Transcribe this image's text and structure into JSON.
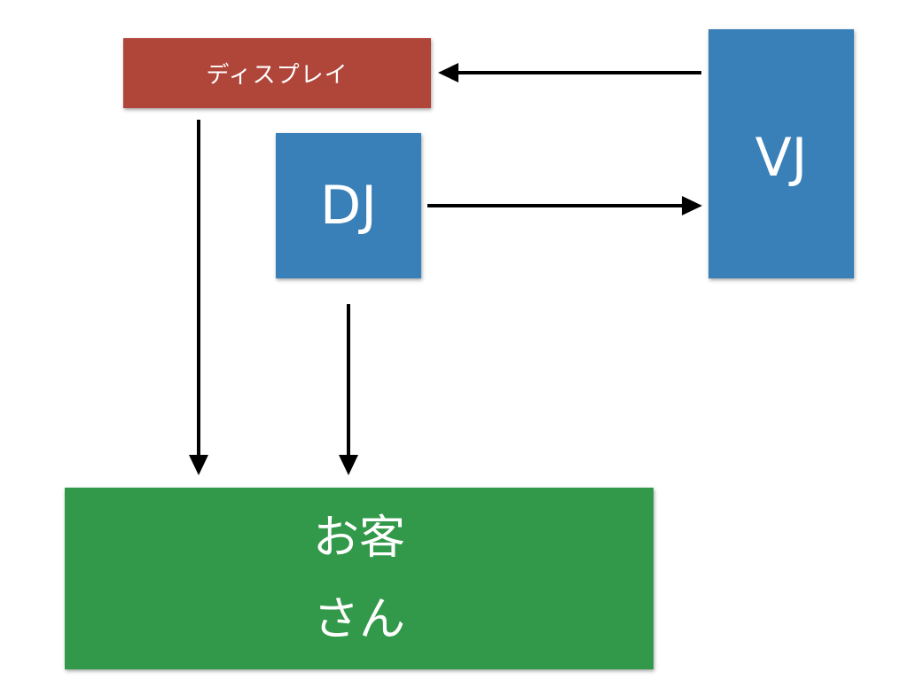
{
  "diagram": {
    "nodes": {
      "display": {
        "label": "ディスプレイ",
        "color": "#b0463a"
      },
      "dj": {
        "label": "DJ",
        "color": "#3a80b8"
      },
      "vj": {
        "label": "VJ",
        "color": "#3a80b8"
      },
      "audience": {
        "line1": "お客",
        "line2": "さん",
        "color": "#33994a"
      }
    },
    "edges": [
      {
        "from": "vj",
        "to": "display"
      },
      {
        "from": "dj",
        "to": "vj"
      },
      {
        "from": "display",
        "to": "audience"
      },
      {
        "from": "dj",
        "to": "audience"
      }
    ],
    "arrow_color": "#000000"
  }
}
